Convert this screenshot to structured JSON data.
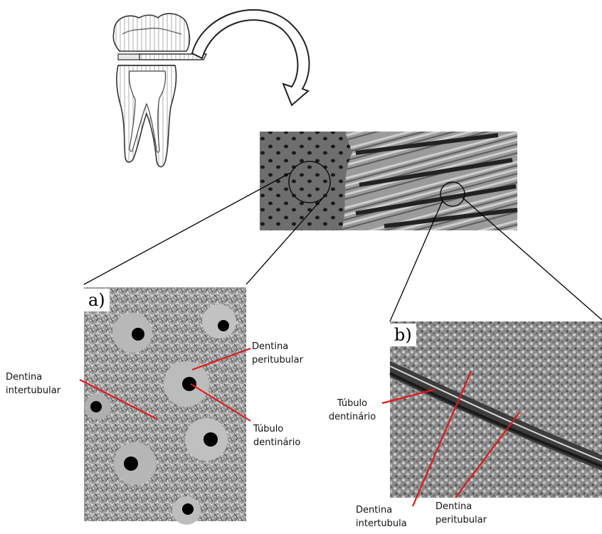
{
  "panels": {
    "a": {
      "tag": "a)"
    },
    "b": {
      "tag": "b)"
    }
  },
  "labels": {
    "a_peritubular": [
      "Dentina",
      "peritubular"
    ],
    "a_intertubular": [
      "Dentina",
      "intertubular"
    ],
    "a_tubule": [
      "Túbulo",
      "dentinário"
    ],
    "b_tubule": [
      "Túbulo",
      "dentinário"
    ],
    "b_intertubular": [
      "Dentina",
      "intertubula"
    ],
    "b_peritubular": [
      "Dentina",
      "peritubular"
    ]
  },
  "colors": {
    "pointer": "#e01b1b",
    "leader": "#000000",
    "sem_dark": "#3a3a3a",
    "sem_light": "#bdbdbd"
  },
  "icons": {
    "tooth": "molar-tooth-illustration",
    "arrow": "curved-arrow-icon"
  }
}
